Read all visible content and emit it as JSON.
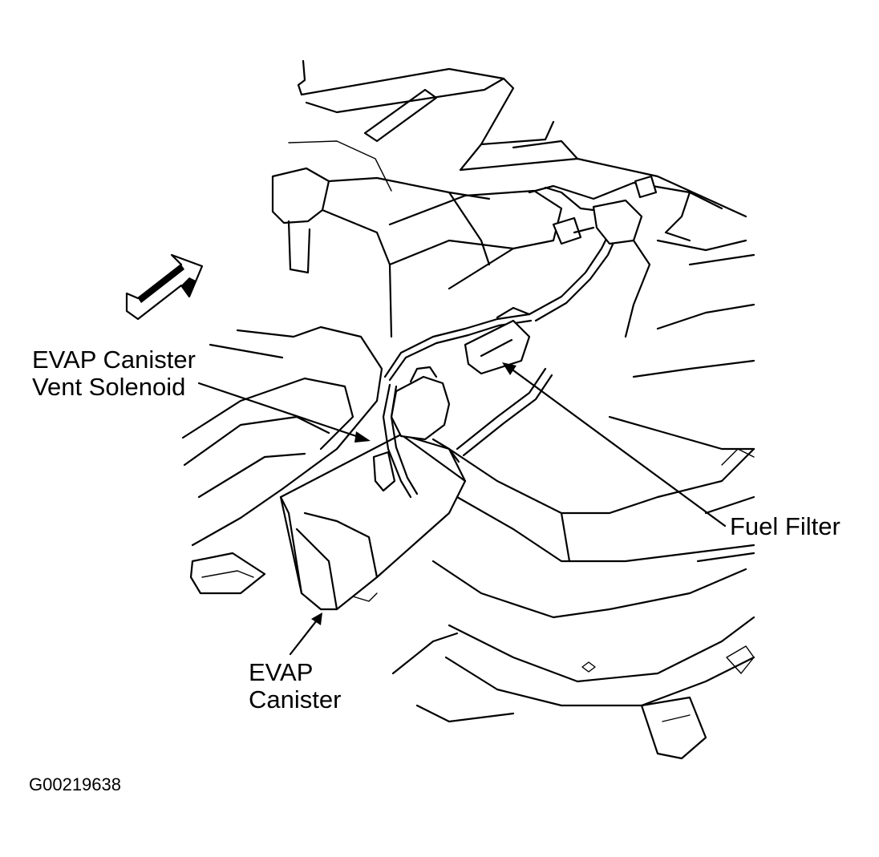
{
  "labels": {
    "vent_solenoid_line1": "EVAP Canister",
    "vent_solenoid_line2": "Vent Solenoid",
    "fuel_filter": "Fuel Filter",
    "canister_line1": "EVAP",
    "canister_line2": "Canister"
  },
  "figure_id": "G00219638",
  "colors": {
    "ink": "#000000",
    "paper": "#ffffff"
  },
  "icons": {
    "direction_arrow": "forward-direction-arrow-icon"
  }
}
